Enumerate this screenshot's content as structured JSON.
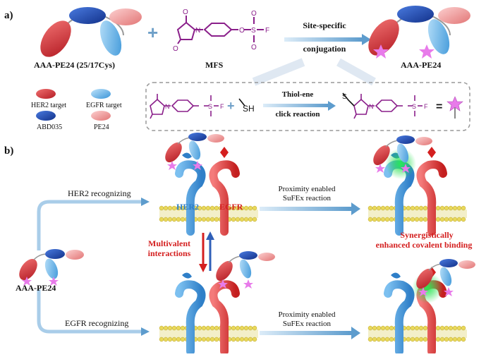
{
  "panel_a": {
    "label": "a)",
    "protein_label": "AAA-PE24 (25/17Cys)",
    "plus": "+",
    "reagent_label": "MFS",
    "step_label_line1": "Site-specific",
    "step_label_line2": "conjugation",
    "product_label": "AAA-PE24",
    "legend": {
      "her2": "HER2 target",
      "egfr": "EGFR target",
      "abd": "ABD035",
      "pe24": "PE24"
    },
    "reaction": {
      "thiol": "SH",
      "plus": "+",
      "arrow_line1": "Thiol-ene",
      "arrow_line2": "click reaction",
      "equals": "=",
      "s_label": "S",
      "n_label": "N",
      "o_label": "O",
      "f_label": "F"
    }
  },
  "panel_b": {
    "label": "b)",
    "start_label": "AAA-PE24",
    "her2_path": "HER2 recognizing",
    "egfr_path": "EGFR recognizing",
    "proximity_line1": "Proximity enabled",
    "proximity_line2": "SuFEx reaction",
    "receptor_her2": "HER2",
    "receptor_egfr": "EGFR",
    "multivalent_line1": "Multivalent",
    "multivalent_line2": "interactions",
    "synergy_line1": "Synergistically",
    "synergy_line2": "enhanced covalent binding"
  },
  "colors": {
    "her2_domain": "#d9323b",
    "egfr_domain": "#5aaee5",
    "abd_domain": "#1f4fb0",
    "pe24_domain": "#f29a9a",
    "star": "#e87bea",
    "mfs_purple": "#8a1f8a",
    "her2_receptor": "#3a8fd6",
    "egfr_receptor": "#e23a3a",
    "arrow": "#7ab4dd",
    "glow": "#22e04a"
  }
}
